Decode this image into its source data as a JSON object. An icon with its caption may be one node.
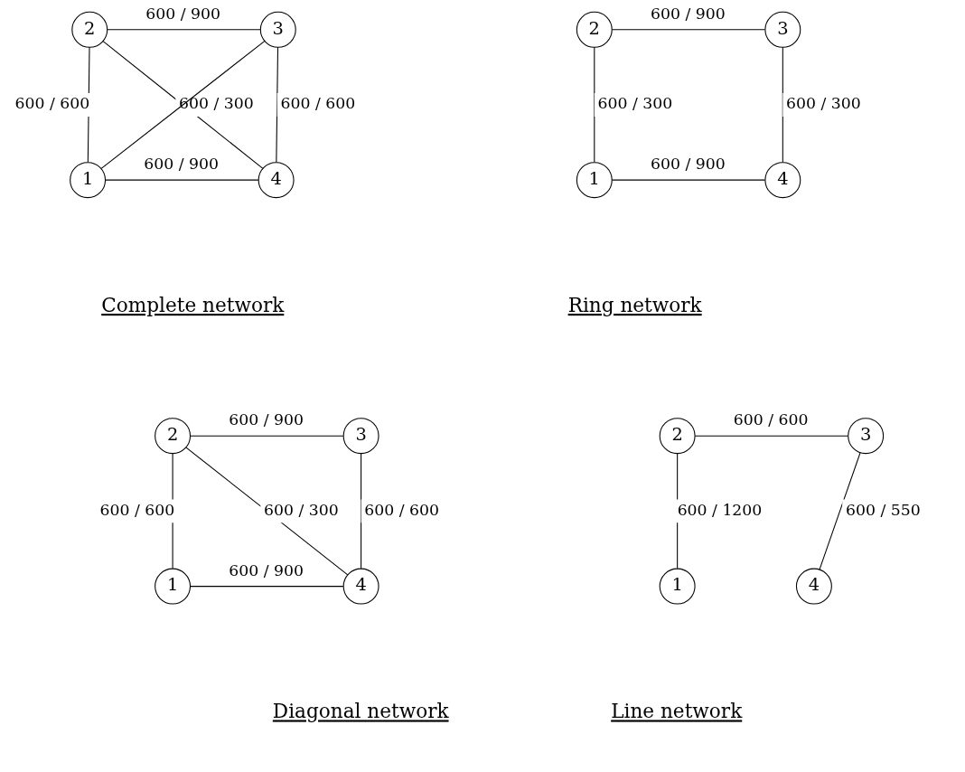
{
  "diagram": {
    "nodes": [
      {
        "text": [
          "2"
        ]
      },
      {
        "text": [
          "3"
        ]
      },
      {
        "text": [
          "1"
        ]
      },
      {
        "text": [
          "4"
        ]
      },
      {
        "text": [
          "2"
        ]
      },
      {
        "text": [
          "3"
        ]
      },
      {
        "text": [
          "1"
        ]
      },
      {
        "text": [
          "4"
        ]
      },
      {
        "text": [
          "2"
        ]
      },
      {
        "text": [
          "3"
        ]
      },
      {
        "text": [
          "1"
        ]
      },
      {
        "text": [
          "4"
        ]
      },
      {
        "text": [
          "2"
        ]
      },
      {
        "text": [
          "3"
        ]
      },
      {
        "text": [
          "1"
        ]
      },
      {
        "text": [
          "4"
        ]
      }
    ],
    "edges": [
      {
        "from": 0,
        "to": 1,
        "arrow": "none",
        "label": "600 / 900"
      },
      {
        "from": 0,
        "to": 2,
        "arrow": "none",
        "label": "600 / 600"
      },
      {
        "from": 1,
        "to": 3,
        "arrow": "none",
        "label": "600 / 600"
      },
      {
        "from": 2,
        "to": 3,
        "arrow": "none",
        "label": "600 / 900"
      },
      {
        "from": 0,
        "to": 3,
        "arrow": "none",
        "label": "600 / 300"
      },
      {
        "from": 2,
        "to": 1,
        "arrow": "none"
      },
      {
        "from": 4,
        "to": 5,
        "arrow": "none",
        "label": "600 / 900"
      },
      {
        "from": 4,
        "to": 6,
        "arrow": "none",
        "label": "600 / 300"
      },
      {
        "from": 5,
        "to": 7,
        "arrow": "none",
        "label": "600 / 300"
      },
      {
        "from": 6,
        "to": 7,
        "arrow": "none",
        "label": "600 / 900"
      },
      {
        "from": 8,
        "to": 9,
        "arrow": "none",
        "label": "600 / 900"
      },
      {
        "from": 8,
        "to": 10,
        "arrow": "none",
        "label": "600 / 600"
      },
      {
        "from": 9,
        "to": 11,
        "arrow": "none",
        "label": "600 / 600"
      },
      {
        "from": 10,
        "to": 11,
        "arrow": "none",
        "label": "600 / 900"
      },
      {
        "from": 8,
        "to": 11,
        "arrow": "none",
        "label": "600 / 300"
      },
      {
        "from": 12,
        "to": 13,
        "arrow": "none",
        "label": "600 / 600"
      },
      {
        "from": 12,
        "to": 14,
        "arrow": "none",
        "label": "600 / 1200"
      },
      {
        "from": 13,
        "to": 15,
        "arrow": "none",
        "label": "600 / 550"
      }
    ],
    "labels": [
      "Complete network",
      "Ring network",
      "Diagonal network",
      "Line network"
    ]
  }
}
